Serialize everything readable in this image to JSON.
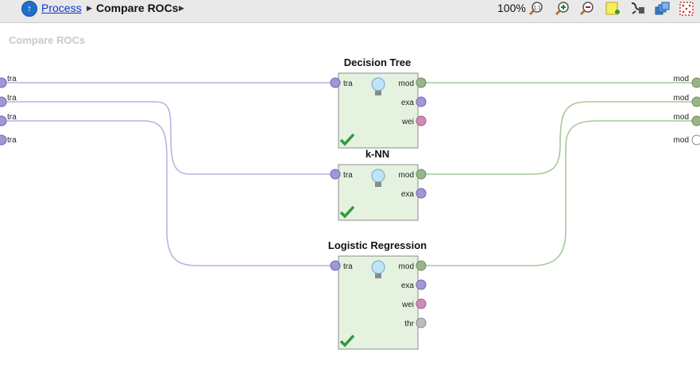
{
  "breadcrumb": {
    "root": "Process",
    "current": "Compare ROCs"
  },
  "toolbar": {
    "zoom": "100%",
    "icons": [
      "zoom-fit-icon",
      "zoom-in-icon",
      "zoom-out-icon",
      "add-note-icon",
      "auto-wire-icon",
      "arrange-icon",
      "grid-icon"
    ]
  },
  "process_title": "Compare ROCs",
  "left_ports": [
    "tra",
    "tra",
    "tra",
    "tra"
  ],
  "right_ports": [
    "mod",
    "mod",
    "mod",
    "mod"
  ],
  "operators": [
    {
      "name": "Decision Tree",
      "input": "tra",
      "outputs": [
        "mod",
        "exa",
        "wei"
      ]
    },
    {
      "name": "k-NN",
      "input": "tra",
      "outputs": [
        "mod",
        "exa"
      ]
    },
    {
      "name": "Logistic Regression",
      "input": "tra",
      "outputs": [
        "mod",
        "exa",
        "wei",
        "thr"
      ]
    }
  ],
  "colors": {
    "port_input": "#9f97d6",
    "port_model": "#97b587",
    "port_weight": "#cf8ab5",
    "port_threshold": "#bdbdbd",
    "wire_input": "#b9b2e4",
    "wire_model": "#a9c89b",
    "operator_bg": "#e4f2df",
    "operator_border": "#8c8c8c",
    "check": "#2f9a3e"
  }
}
